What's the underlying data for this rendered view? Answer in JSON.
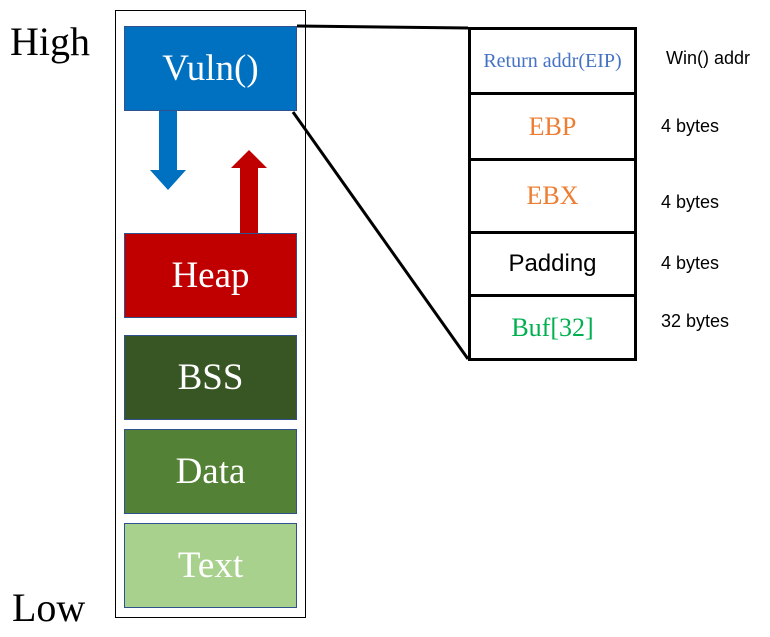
{
  "labels": {
    "high": "High",
    "low": "Low"
  },
  "memory_segments": {
    "vuln": "Vuln()",
    "heap": "Heap",
    "bss": "BSS",
    "data": "Data",
    "text": "Text"
  },
  "stack_frame": [
    {
      "label": "Return addr(EIP)",
      "note": "Win() addr",
      "color": "#4472c4"
    },
    {
      "label": "EBP",
      "note": "4 bytes",
      "color": "#ed7d31"
    },
    {
      "label": "EBX",
      "note": "4 bytes",
      "color": "#ed7d31"
    },
    {
      "label": "Padding",
      "note": "4 bytes",
      "color": "#000000"
    },
    {
      "label": "Buf[32]",
      "note": "32 bytes",
      "color": "#00b050"
    }
  ],
  "colors": {
    "vuln": "#0070c0",
    "heap": "#c00000",
    "bss": "#375623",
    "data": "#538135",
    "text": "#a9d18e"
  }
}
